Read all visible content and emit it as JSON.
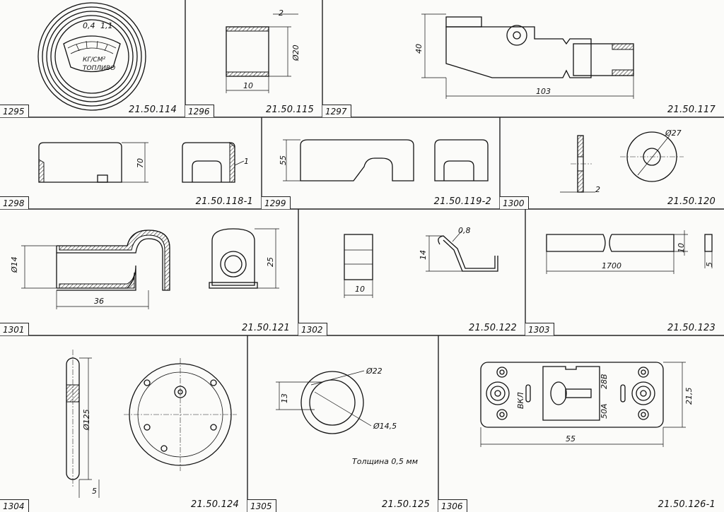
{
  "parts": [
    {
      "num": "1295",
      "code": "21.50.114",
      "gauge": {
        "scale_left": "0,4",
        "scale_right": "1,1",
        "unit": "КГ/СМ²",
        "label": "ТОПЛИВО"
      }
    },
    {
      "num": "1296",
      "code": "21.50.115",
      "dims": {
        "wall": "2",
        "dia": "Ø20",
        "len": "10"
      }
    },
    {
      "num": "1297",
      "code": "21.50.117",
      "dims": {
        "height": "40",
        "len": "103"
      }
    },
    {
      "num": "1298",
      "code": "21.50.118-1",
      "dims": {
        "height": "70",
        "wall": "1"
      }
    },
    {
      "num": "1299",
      "code": "21.50.119-2",
      "dims": {
        "height": "55"
      }
    },
    {
      "num": "1300",
      "code": "21.50.120",
      "dims": {
        "thick": "2",
        "dia": "Ø27"
      }
    },
    {
      "num": "1301",
      "code": "21.50.121",
      "dims": {
        "dia": "Ø14",
        "len": "36",
        "height": "25"
      }
    },
    {
      "num": "1302",
      "code": "21.50.122",
      "dims": {
        "height": "14",
        "width": "10",
        "wire": "0,8"
      }
    },
    {
      "num": "1303",
      "code": "21.50.123",
      "dims": {
        "len": "1700",
        "height": "10",
        "thick": "5"
      }
    },
    {
      "num": "1304",
      "code": "21.50.124",
      "dims": {
        "dia": "Ø125",
        "thick": "5"
      }
    },
    {
      "num": "1305",
      "code": "21.50.125",
      "dims": {
        "outer": "Ø22",
        "inner": "Ø14,5",
        "offset": "13"
      },
      "note": "Толщина 0,5 мм"
    },
    {
      "num": "1306",
      "code": "21.50.126-1",
      "dims": {
        "len": "55",
        "height": "21,5"
      },
      "labels": {
        "on": "ВКЛ",
        "current": "50А",
        "voltage": "28В"
      }
    }
  ]
}
